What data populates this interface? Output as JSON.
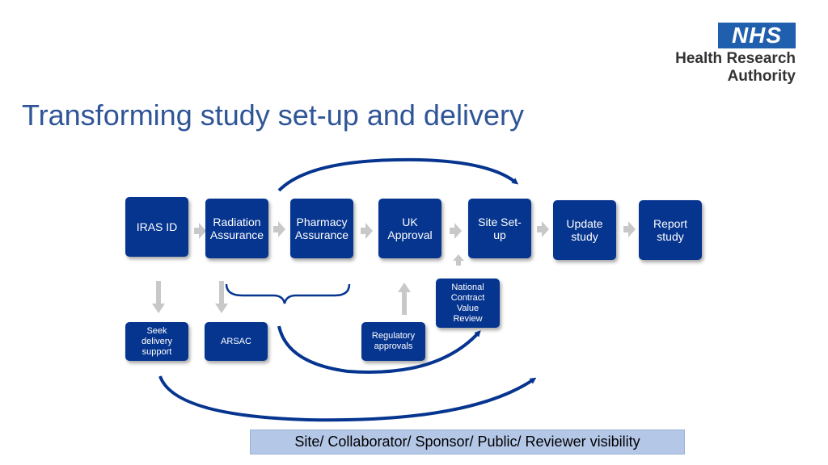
{
  "header": {
    "logo_text": "NHS",
    "org_line1": "Health Research",
    "org_line2": "Authority"
  },
  "title": "Transforming study set-up and delivery",
  "steps": {
    "iras_id": "IRAS ID",
    "radiation": "Radiation\nAssurance",
    "pharmacy": "Pharmacy\nAssurance",
    "uk_approval": "UK\nApproval",
    "site_setup": "Site Set-\nup",
    "update_study": "Update\nstudy",
    "report_study": "Report\nstudy",
    "national_contract": "National\nContract\nValue\nReview",
    "seek_delivery": "Seek\ndelivery\nsupport",
    "arsac": "ARSAC",
    "regulatory": "Regulatory\napprovals"
  },
  "banner": "Site/ Collaborator/ Sponsor/ Public/ Reviewer visibility",
  "colors": {
    "box": "#06358f",
    "title": "#2f5597",
    "arrow_grey": "#c8c8c8",
    "banner": "#b4c7e7"
  }
}
